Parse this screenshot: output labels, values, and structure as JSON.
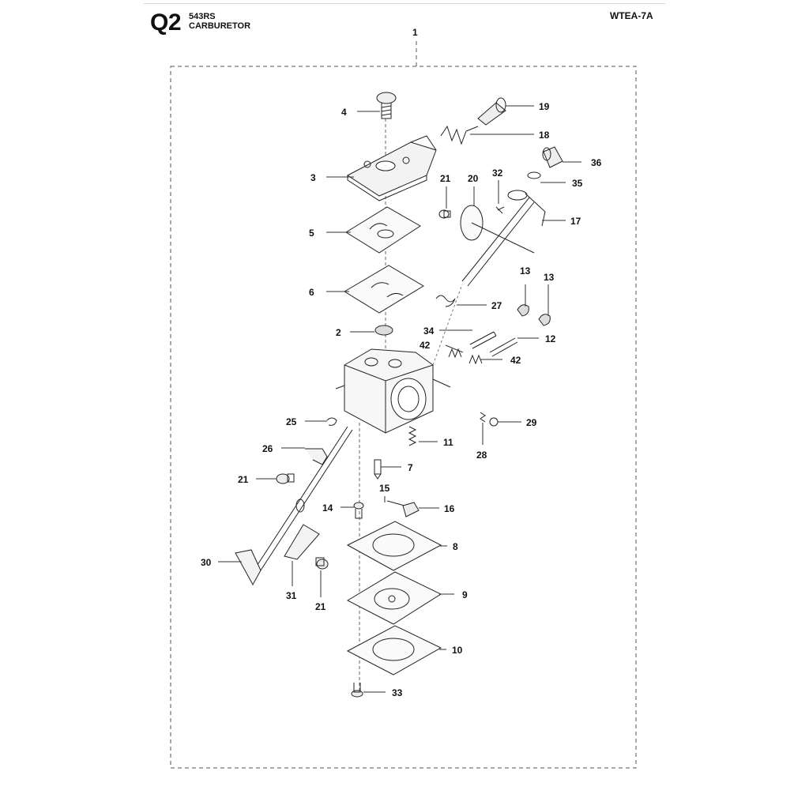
{
  "header": {
    "section_code": "Q2",
    "model": "543RS",
    "title": "CARBURETOR",
    "reference": "WTEA-7A"
  },
  "callouts": [
    {
      "id": "assembly",
      "label": "1"
    },
    {
      "id": "cover-screw",
      "label": "4"
    },
    {
      "id": "cover",
      "label": "3"
    },
    {
      "id": "spring",
      "label": "18"
    },
    {
      "id": "bellows",
      "label": "19"
    },
    {
      "id": "plate-5",
      "label": "5"
    },
    {
      "id": "plate-6",
      "label": "6"
    },
    {
      "id": "filter-2",
      "label": "2"
    },
    {
      "id": "screw-21-top",
      "label": "21"
    },
    {
      "id": "throttle-valve",
      "label": "20"
    },
    {
      "id": "screw-32",
      "label": "32"
    },
    {
      "id": "knob-36",
      "label": "36"
    },
    {
      "id": "washer-35",
      "label": "35"
    },
    {
      "id": "throttle-shaft",
      "label": "17"
    },
    {
      "id": "torsion-spring",
      "label": "27"
    },
    {
      "id": "cap-13-left",
      "label": "13"
    },
    {
      "id": "cap-13-right",
      "label": "13"
    },
    {
      "id": "needle-34",
      "label": "34"
    },
    {
      "id": "spring-42-left",
      "label": "42"
    },
    {
      "id": "needle-12",
      "label": "12"
    },
    {
      "id": "spring-42-right",
      "label": "42"
    },
    {
      "id": "clip-25",
      "label": "25"
    },
    {
      "id": "lever-26",
      "label": "26"
    },
    {
      "id": "screw-21-mid",
      "label": "21"
    },
    {
      "id": "spring-11",
      "label": "11"
    },
    {
      "id": "spring-28",
      "label": "28"
    },
    {
      "id": "ball-29",
      "label": "29"
    },
    {
      "id": "needle-7",
      "label": "7"
    },
    {
      "id": "pin-15",
      "label": "15"
    },
    {
      "id": "screw-14",
      "label": "14"
    },
    {
      "id": "lever-16",
      "label": "16"
    },
    {
      "id": "gasket-8",
      "label": "8"
    },
    {
      "id": "choke-shaft",
      "label": "30"
    },
    {
      "id": "choke-valve",
      "label": "31"
    },
    {
      "id": "screw-21-bottom",
      "label": "21"
    },
    {
      "id": "diaphragm-9",
      "label": "9"
    },
    {
      "id": "plate-10",
      "label": "10"
    },
    {
      "id": "screw-33",
      "label": "33"
    }
  ],
  "colors": {
    "line": "#222222",
    "frame": "#555555",
    "shade": "#cfcfcf"
  }
}
